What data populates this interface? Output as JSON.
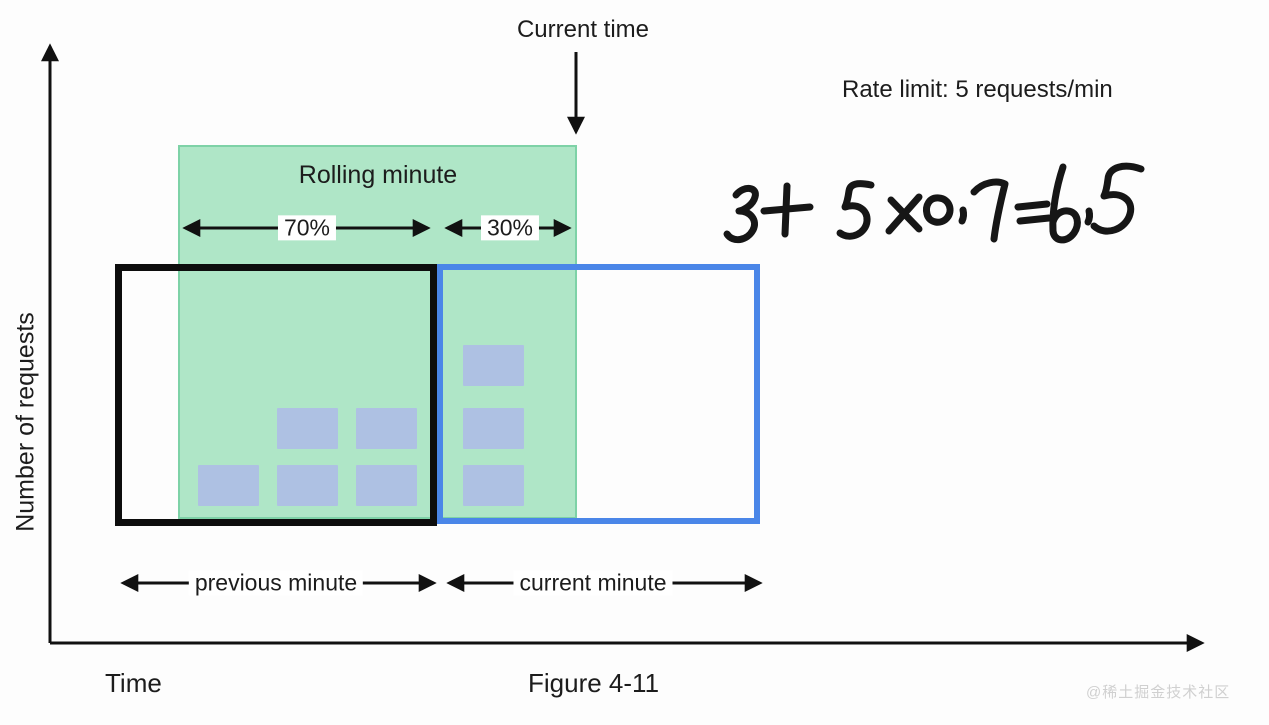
{
  "figure": {
    "caption": "Figure 4-11",
    "watermark": "@稀土掘金技术社区"
  },
  "axes": {
    "y_label": "Number of requests",
    "x_label": "Time"
  },
  "annotations": {
    "current_time": "Current time",
    "rate_limit": "Rate limit: 5 requests/min",
    "handwritten_formula": "3 + 5 × 0.7 = 6.5"
  },
  "rolling_window": {
    "label": "Rolling minute",
    "previous_share_label": "70%",
    "current_share_label": "30%",
    "previous_share_pct": 70,
    "current_share_pct": 30
  },
  "windows": {
    "previous": {
      "label": "previous minute",
      "request_count": 5
    },
    "current": {
      "label": "current minute",
      "request_count": 3
    }
  },
  "diagram_values": {
    "rate_limit_per_min": 5,
    "requests_previous_minute": 5,
    "requests_current_minute": 3,
    "weighted_total": 6.5
  },
  "colors": {
    "ink": "#111111",
    "text": "#1c1c1c",
    "green_fill": "#a9e5c3",
    "green_border": "#74cfa0",
    "blue_border": "#4a86e8",
    "request_fill": "#aec1e3",
    "watermark": "#d0d0d0",
    "background": "#fdfdfd"
  }
}
